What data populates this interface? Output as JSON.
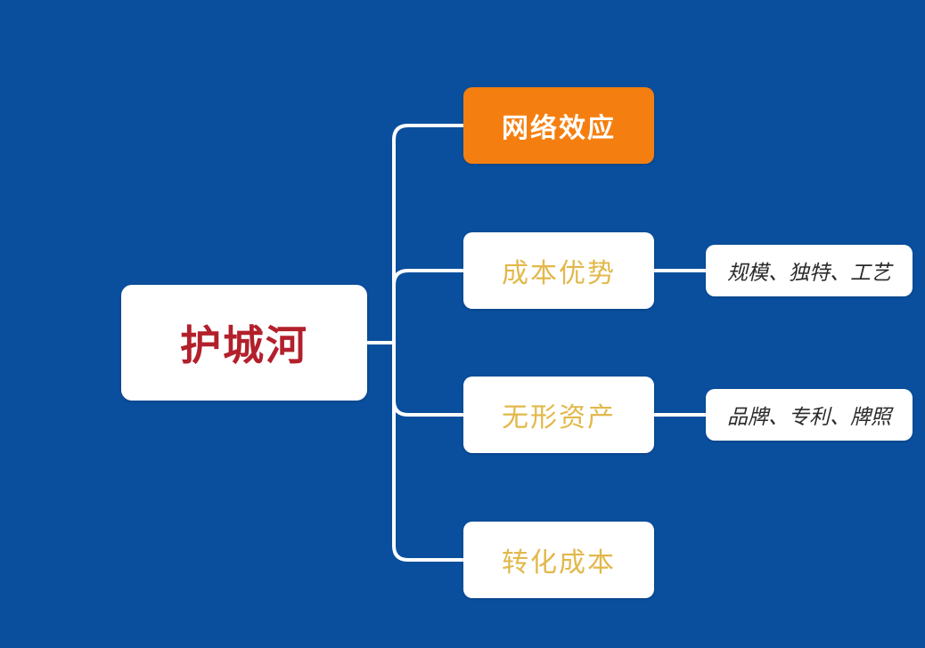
{
  "colors": {
    "background": "#0a4f9e",
    "node_fill": "#ffffff",
    "root_text": "#b2202c",
    "branch_text": "#e2b84a",
    "highlight_fill": "#f47f10",
    "highlight_text": "#ffffff",
    "leaf_text": "#2a2a2a",
    "connector": "#ffffff"
  },
  "diagram": {
    "type": "mind-map",
    "root": {
      "label": "护城河"
    },
    "branches": [
      {
        "label": "网络效应",
        "highlighted": true,
        "detail": ""
      },
      {
        "label": "成本优势",
        "highlighted": false,
        "detail": "规模、独特、工艺"
      },
      {
        "label": "无形资产",
        "highlighted": false,
        "detail": "品牌、专利、牌照"
      },
      {
        "label": "转化成本",
        "highlighted": false,
        "detail": ""
      }
    ]
  }
}
